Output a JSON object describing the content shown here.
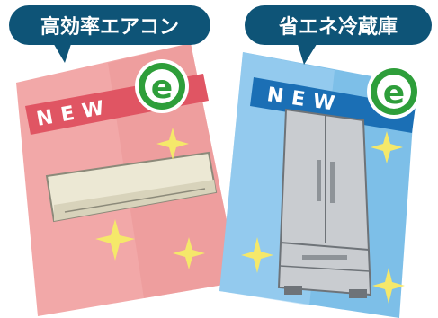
{
  "labels": {
    "aircon_bubble": "高効率エアコン",
    "fridge_bubble": "省エネ冷蔵庫",
    "aircon_badge": "NEW",
    "fridge_badge": "NEW"
  },
  "eco_mark": {
    "letter": "e"
  },
  "colors": {
    "bubble": "#0e5477",
    "pink_card": "#f2a8a8",
    "pink_card_dark": "#e88e8e",
    "red_band": "#e05563",
    "blue_card": "#7dbfe8",
    "blue_card_dark": "#55a6da",
    "blue_band": "#1b6fb5",
    "eco_green": "#2e9e3a",
    "sparkle": "#f5e86a"
  }
}
